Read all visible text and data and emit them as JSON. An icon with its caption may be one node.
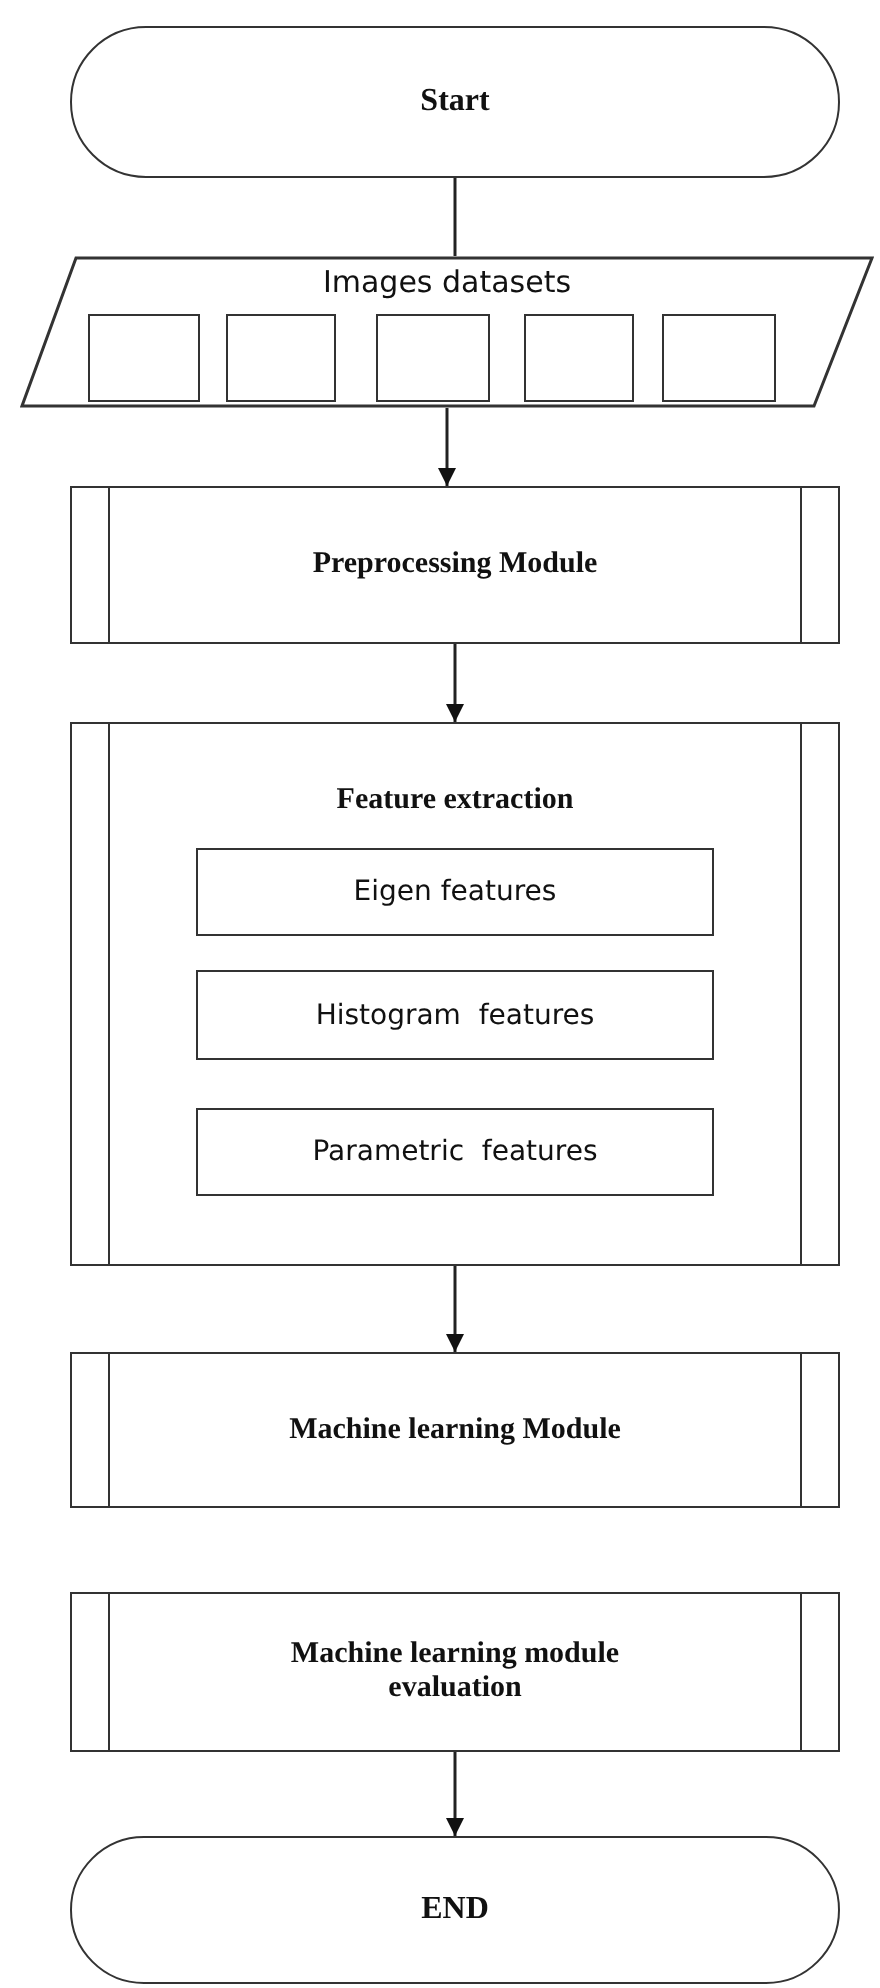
{
  "diagram": {
    "nodes": [
      {
        "text": [
          "Start"
        ]
      },
      {
        "text": [
          "Images datasets"
        ]
      },
      {
        "text": [],
        "shape": "box",
        "in": 1
      },
      {
        "text": [],
        "shape": "box",
        "in": 1
      },
      {
        "text": [],
        "shape": "box",
        "in": 1
      },
      {
        "text": [],
        "shape": "box",
        "in": 1
      },
      {
        "text": [],
        "shape": "box",
        "in": 1
      },
      {
        "text": [
          "Preprocessing Module"
        ]
      },
      {
        "text": [
          "Feature extraction"
        ]
      },
      {
        "text": [
          "Eigen features"
        ],
        "in": 8
      },
      {
        "text": [
          "Histogram  features"
        ],
        "in": 8
      },
      {
        "text": [
          "Parametric  features"
        ],
        "in": 8
      },
      {
        "text": [
          "Machine learning Module"
        ]
      },
      {
        "text": [
          "Machine learning module evaluation"
        ]
      },
      {
        "text": [
          "END"
        ]
      }
    ],
    "edges": [
      {
        "from": 0,
        "to": 1,
        "arrow": "none"
      },
      {
        "from": 1,
        "to": 7,
        "arrow": "to"
      },
      {
        "from": 7,
        "to": 8,
        "arrow": "to"
      },
      {
        "from": 8,
        "to": 12,
        "arrow": "to"
      },
      {
        "from": 13,
        "to": 14,
        "arrow": "to"
      }
    ]
  }
}
